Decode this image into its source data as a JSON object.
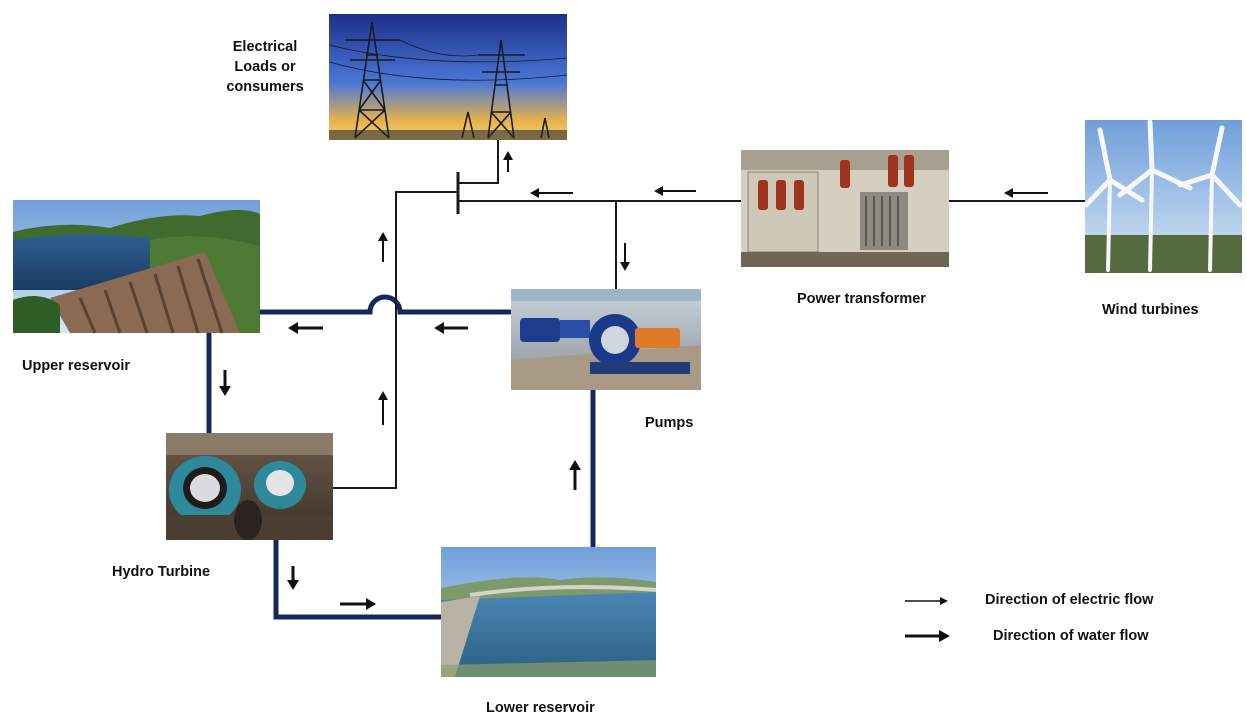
{
  "labels": {
    "electrical_loads": [
      "Electrical",
      "Loads or",
      "consumers"
    ],
    "upper_reservoir": "Upper reservoir",
    "hydro_turbine": "Hydro Turbine",
    "lower_reservoir": "Lower reservoir",
    "pumps": "Pumps",
    "power_transformer": "Power transformer",
    "wind_turbines": "Wind turbines"
  },
  "legend": {
    "electric": "Direction of electric flow",
    "water": "Direction of water flow"
  },
  "colors": {
    "water_pipe": "#14285a",
    "electric_line": "#1a1a1a",
    "arrow": "#111111"
  }
}
